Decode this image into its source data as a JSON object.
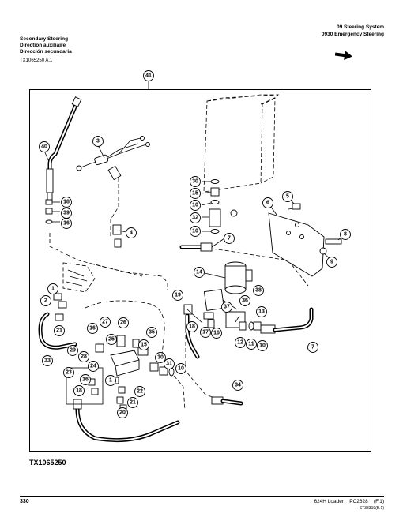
{
  "header": {
    "section": "09 Steering System",
    "group": "0930 Emergency Steering"
  },
  "title": {
    "english": "Secondary Steering",
    "french": "Direction auxiliaire",
    "spanish": "Dirección secundaria"
  },
  "figure_ref_top": "TX1065250 A.1",
  "figure_ref_bottom": "TX1065250",
  "callouts": [
    "41",
    "40",
    "3",
    "30",
    "15",
    "10",
    "32",
    "10",
    "7",
    "5",
    "6",
    "8",
    "9",
    "18",
    "39",
    "16",
    "4",
    "14",
    "1",
    "2",
    "21",
    "33",
    "19",
    "38",
    "13",
    "37",
    "36",
    "27",
    "26",
    "16",
    "25",
    "35",
    "18",
    "17",
    "16",
    "12",
    "11",
    "10",
    "7",
    "29",
    "28",
    "24",
    "15",
    "30",
    "31",
    "10",
    "23",
    "16",
    "18",
    "1",
    "22",
    "21",
    "20",
    "34"
  ],
  "footer": {
    "page": "330",
    "model": "624H Loader",
    "pc": "PC2628",
    "revision": "(F.1)",
    "code": "ST33319(B.1)"
  },
  "icons": {
    "next_page": "black-arrow-icon"
  }
}
